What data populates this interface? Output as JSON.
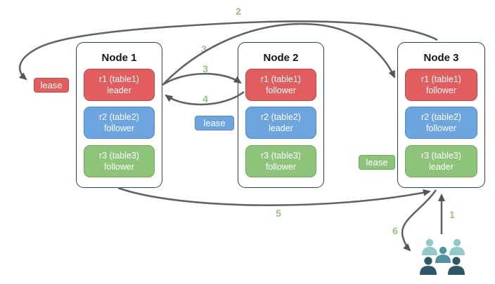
{
  "nodes": [
    {
      "title": "Node 1",
      "replicas": [
        {
          "name": "r1 (table1)",
          "role": "leader",
          "color": "red"
        },
        {
          "name": "r2 (table2)",
          "role": "follower",
          "color": "blue"
        },
        {
          "name": "r3 (table3)",
          "role": "follower",
          "color": "green"
        }
      ]
    },
    {
      "title": "Node 2",
      "replicas": [
        {
          "name": "r1 (table1)",
          "role": "follower",
          "color": "red"
        },
        {
          "name": "r2 (table2)",
          "role": "leader",
          "color": "blue"
        },
        {
          "name": "r3 (table3)",
          "role": "follower",
          "color": "green"
        }
      ]
    },
    {
      "title": "Node 3",
      "replicas": [
        {
          "name": "r1 (table1)",
          "role": "follower",
          "color": "red"
        },
        {
          "name": "r2 (table2)",
          "role": "follower",
          "color": "blue"
        },
        {
          "name": "r3 (table3)",
          "role": "leader",
          "color": "green"
        }
      ]
    }
  ],
  "leases": [
    {
      "text": "lease",
      "color": "red",
      "near": "node1-r1-leader"
    },
    {
      "text": "lease",
      "color": "blue",
      "near": "node2-r2-leader"
    },
    {
      "text": "lease",
      "color": "green",
      "near": "node3-r3-leader"
    }
  ],
  "steps": {
    "s1": "1",
    "s2": "2",
    "s3a": "3",
    "s3b": "3",
    "s4": "4",
    "s5": "5",
    "s6": "6"
  },
  "icons": {
    "users": "user-group-icon"
  },
  "colors": {
    "replica_red": "#E25D5D",
    "replica_red_border": "#C94545",
    "replica_blue": "#6CA5DF",
    "replica_blue_border": "#4E88C7",
    "replica_green": "#8EC47A",
    "replica_green_border": "#6FA85B",
    "step_label_green": "#93C47D",
    "arrow_gray": "#636363",
    "node_border_navy": "#24415F",
    "users_light_teal": "#92CACA",
    "users_medium_teal": "#5094A3",
    "users_dark_teal": "#2D5666"
  }
}
